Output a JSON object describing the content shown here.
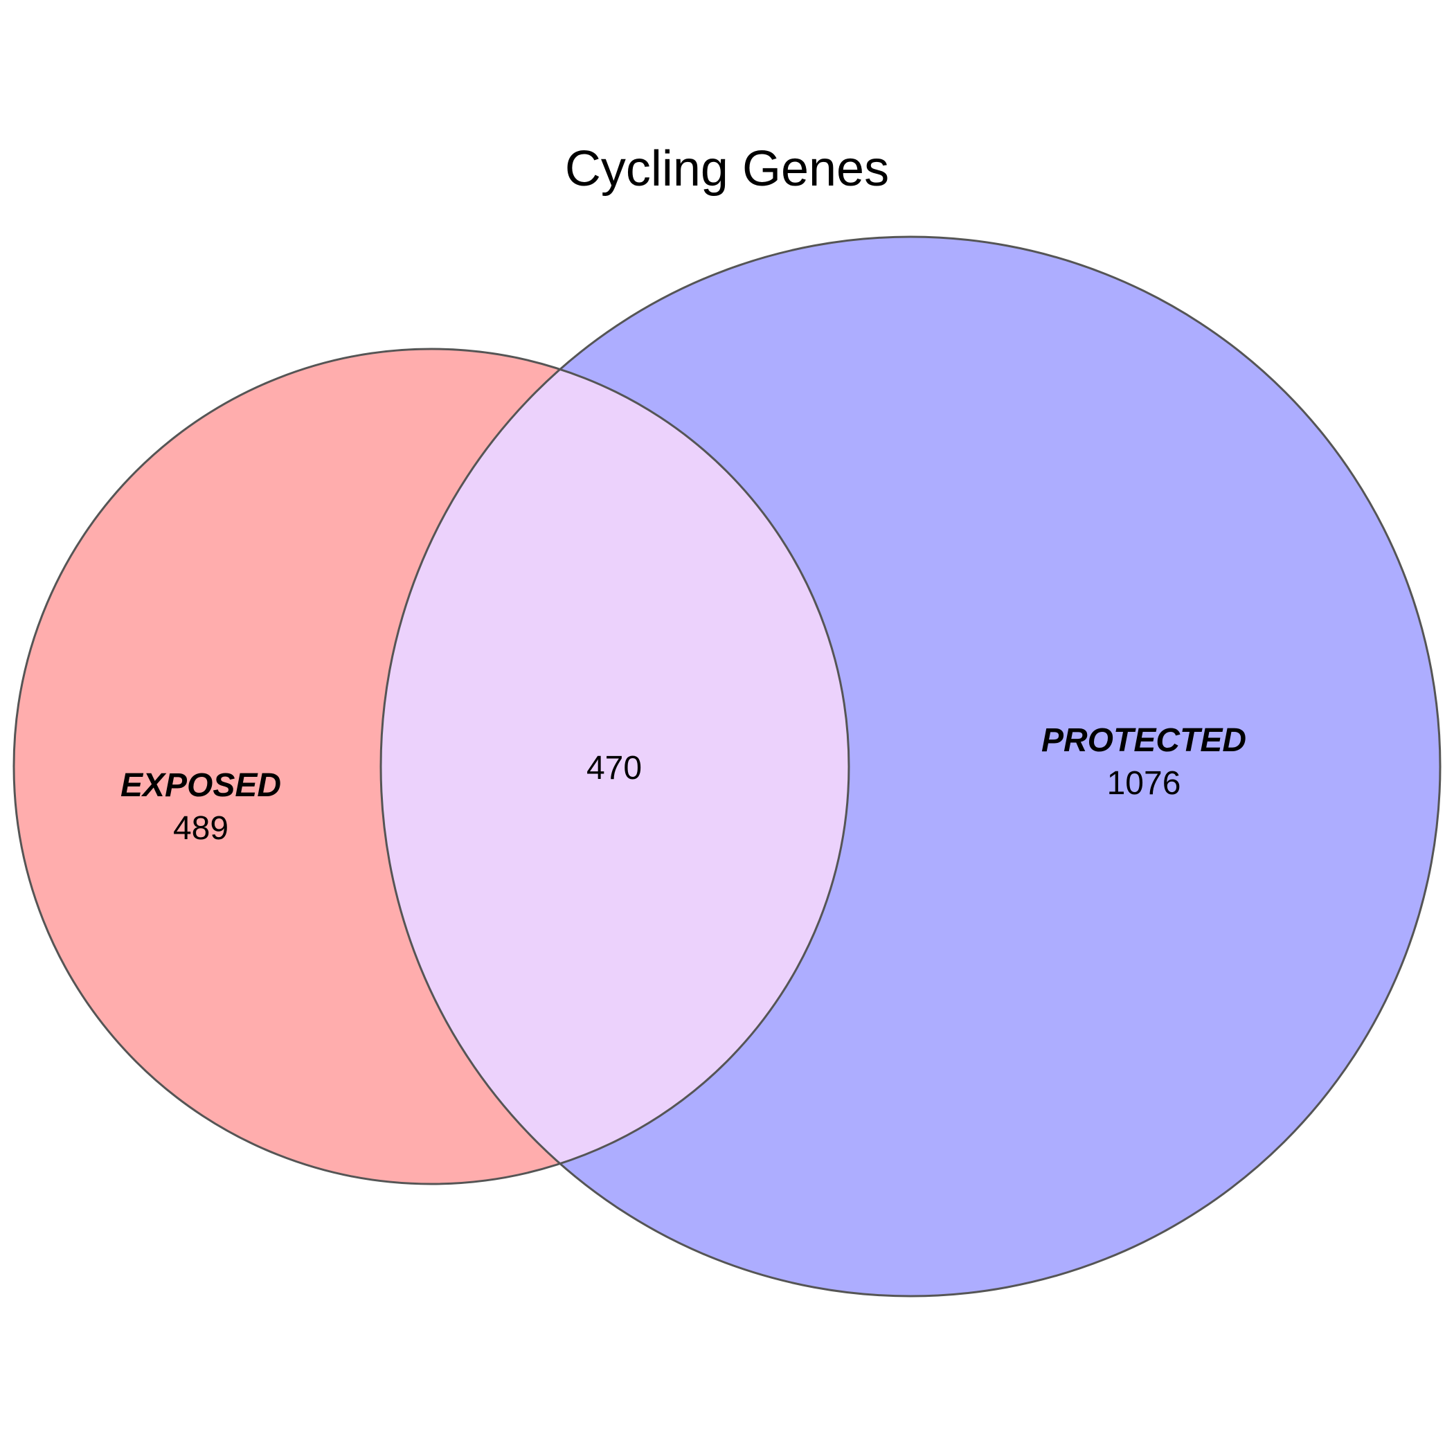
{
  "title": "Cycling Genes",
  "colors": {
    "exposed": "#FF3333",
    "protected": "#3333FF",
    "overlap_tint": "#ECD2FC",
    "outline": "#555555"
  },
  "sets": {
    "exposed": {
      "label": "EXPOSED",
      "count": "489"
    },
    "protected": {
      "label": "PROTECTED",
      "count": "1076"
    }
  },
  "overlap": {
    "count": "470"
  }
}
